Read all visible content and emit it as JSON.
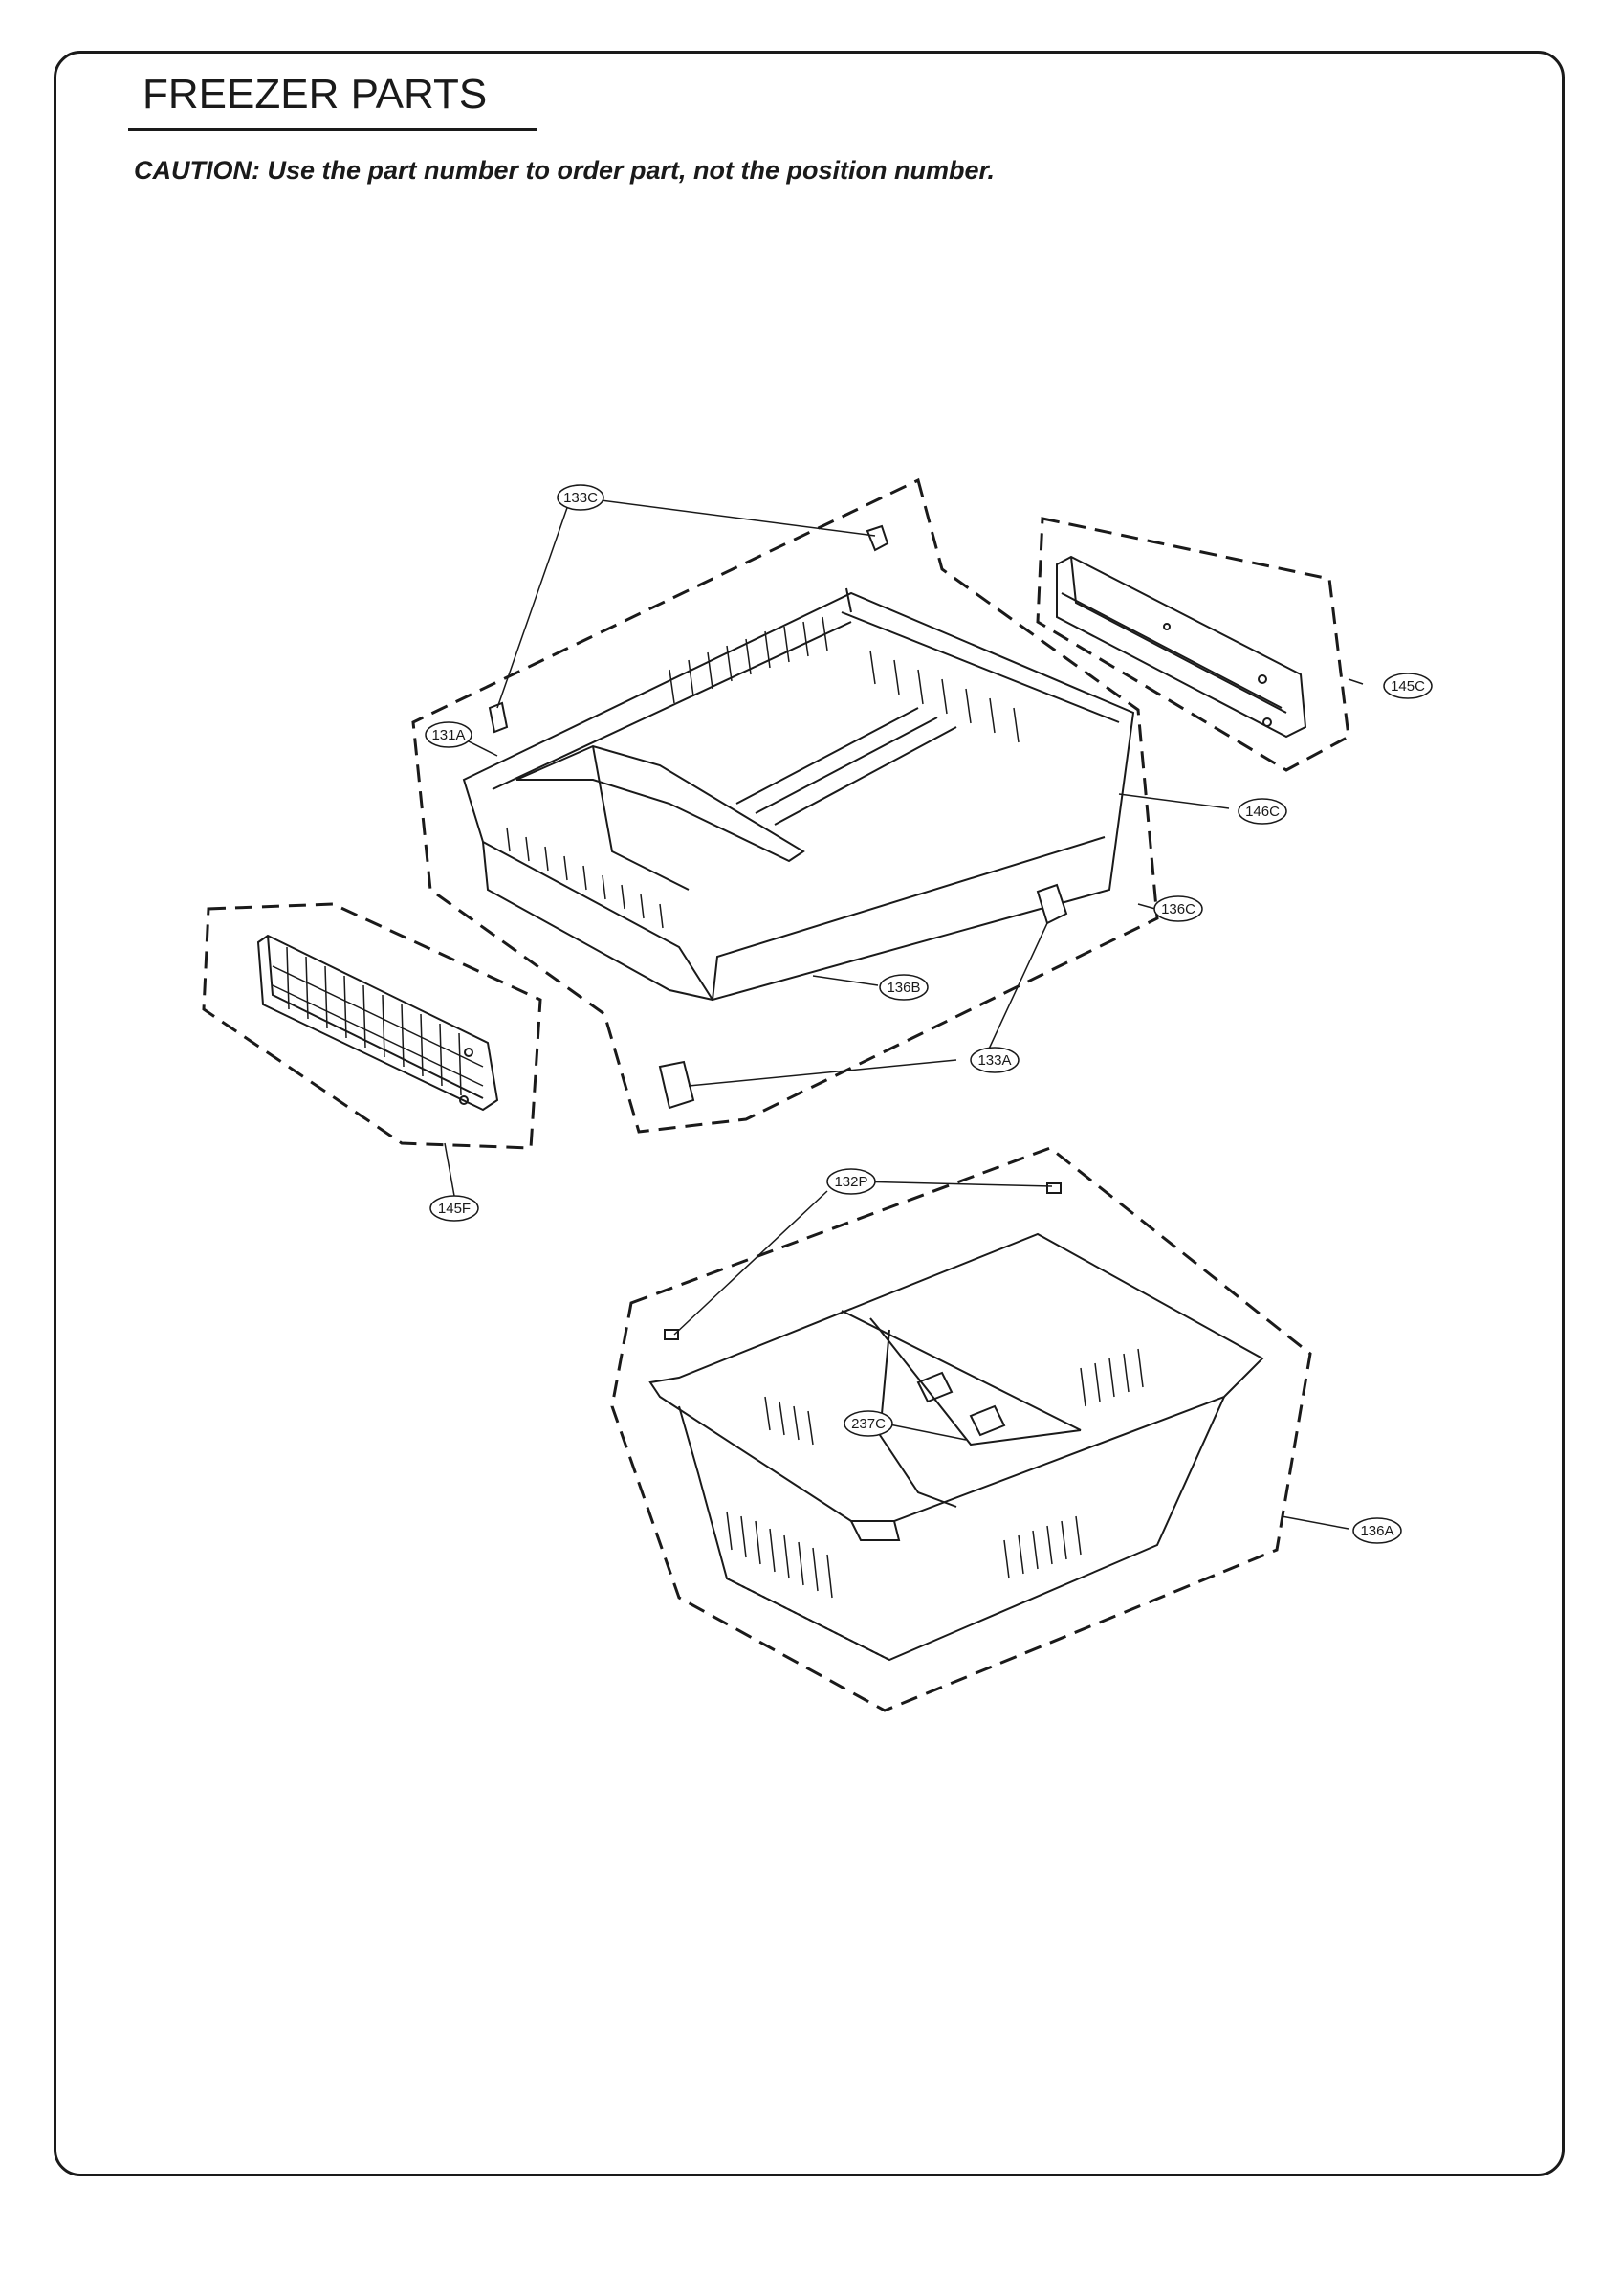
{
  "page": {
    "title": "FREEZER PARTS",
    "caution": "CAUTION: Use the part number to order part, not the position number."
  },
  "callouts": {
    "c133C": "133C",
    "c131A": "131A",
    "c145C": "145C",
    "c146C": "146C",
    "c136C": "136C",
    "c136B": "136B",
    "c133A": "133A",
    "c145F": "145F",
    "c132P": "132P",
    "c237C": "237C",
    "c136A": "136A"
  },
  "colors": {
    "line": "#1a1a1a",
    "background": "#ffffff"
  }
}
